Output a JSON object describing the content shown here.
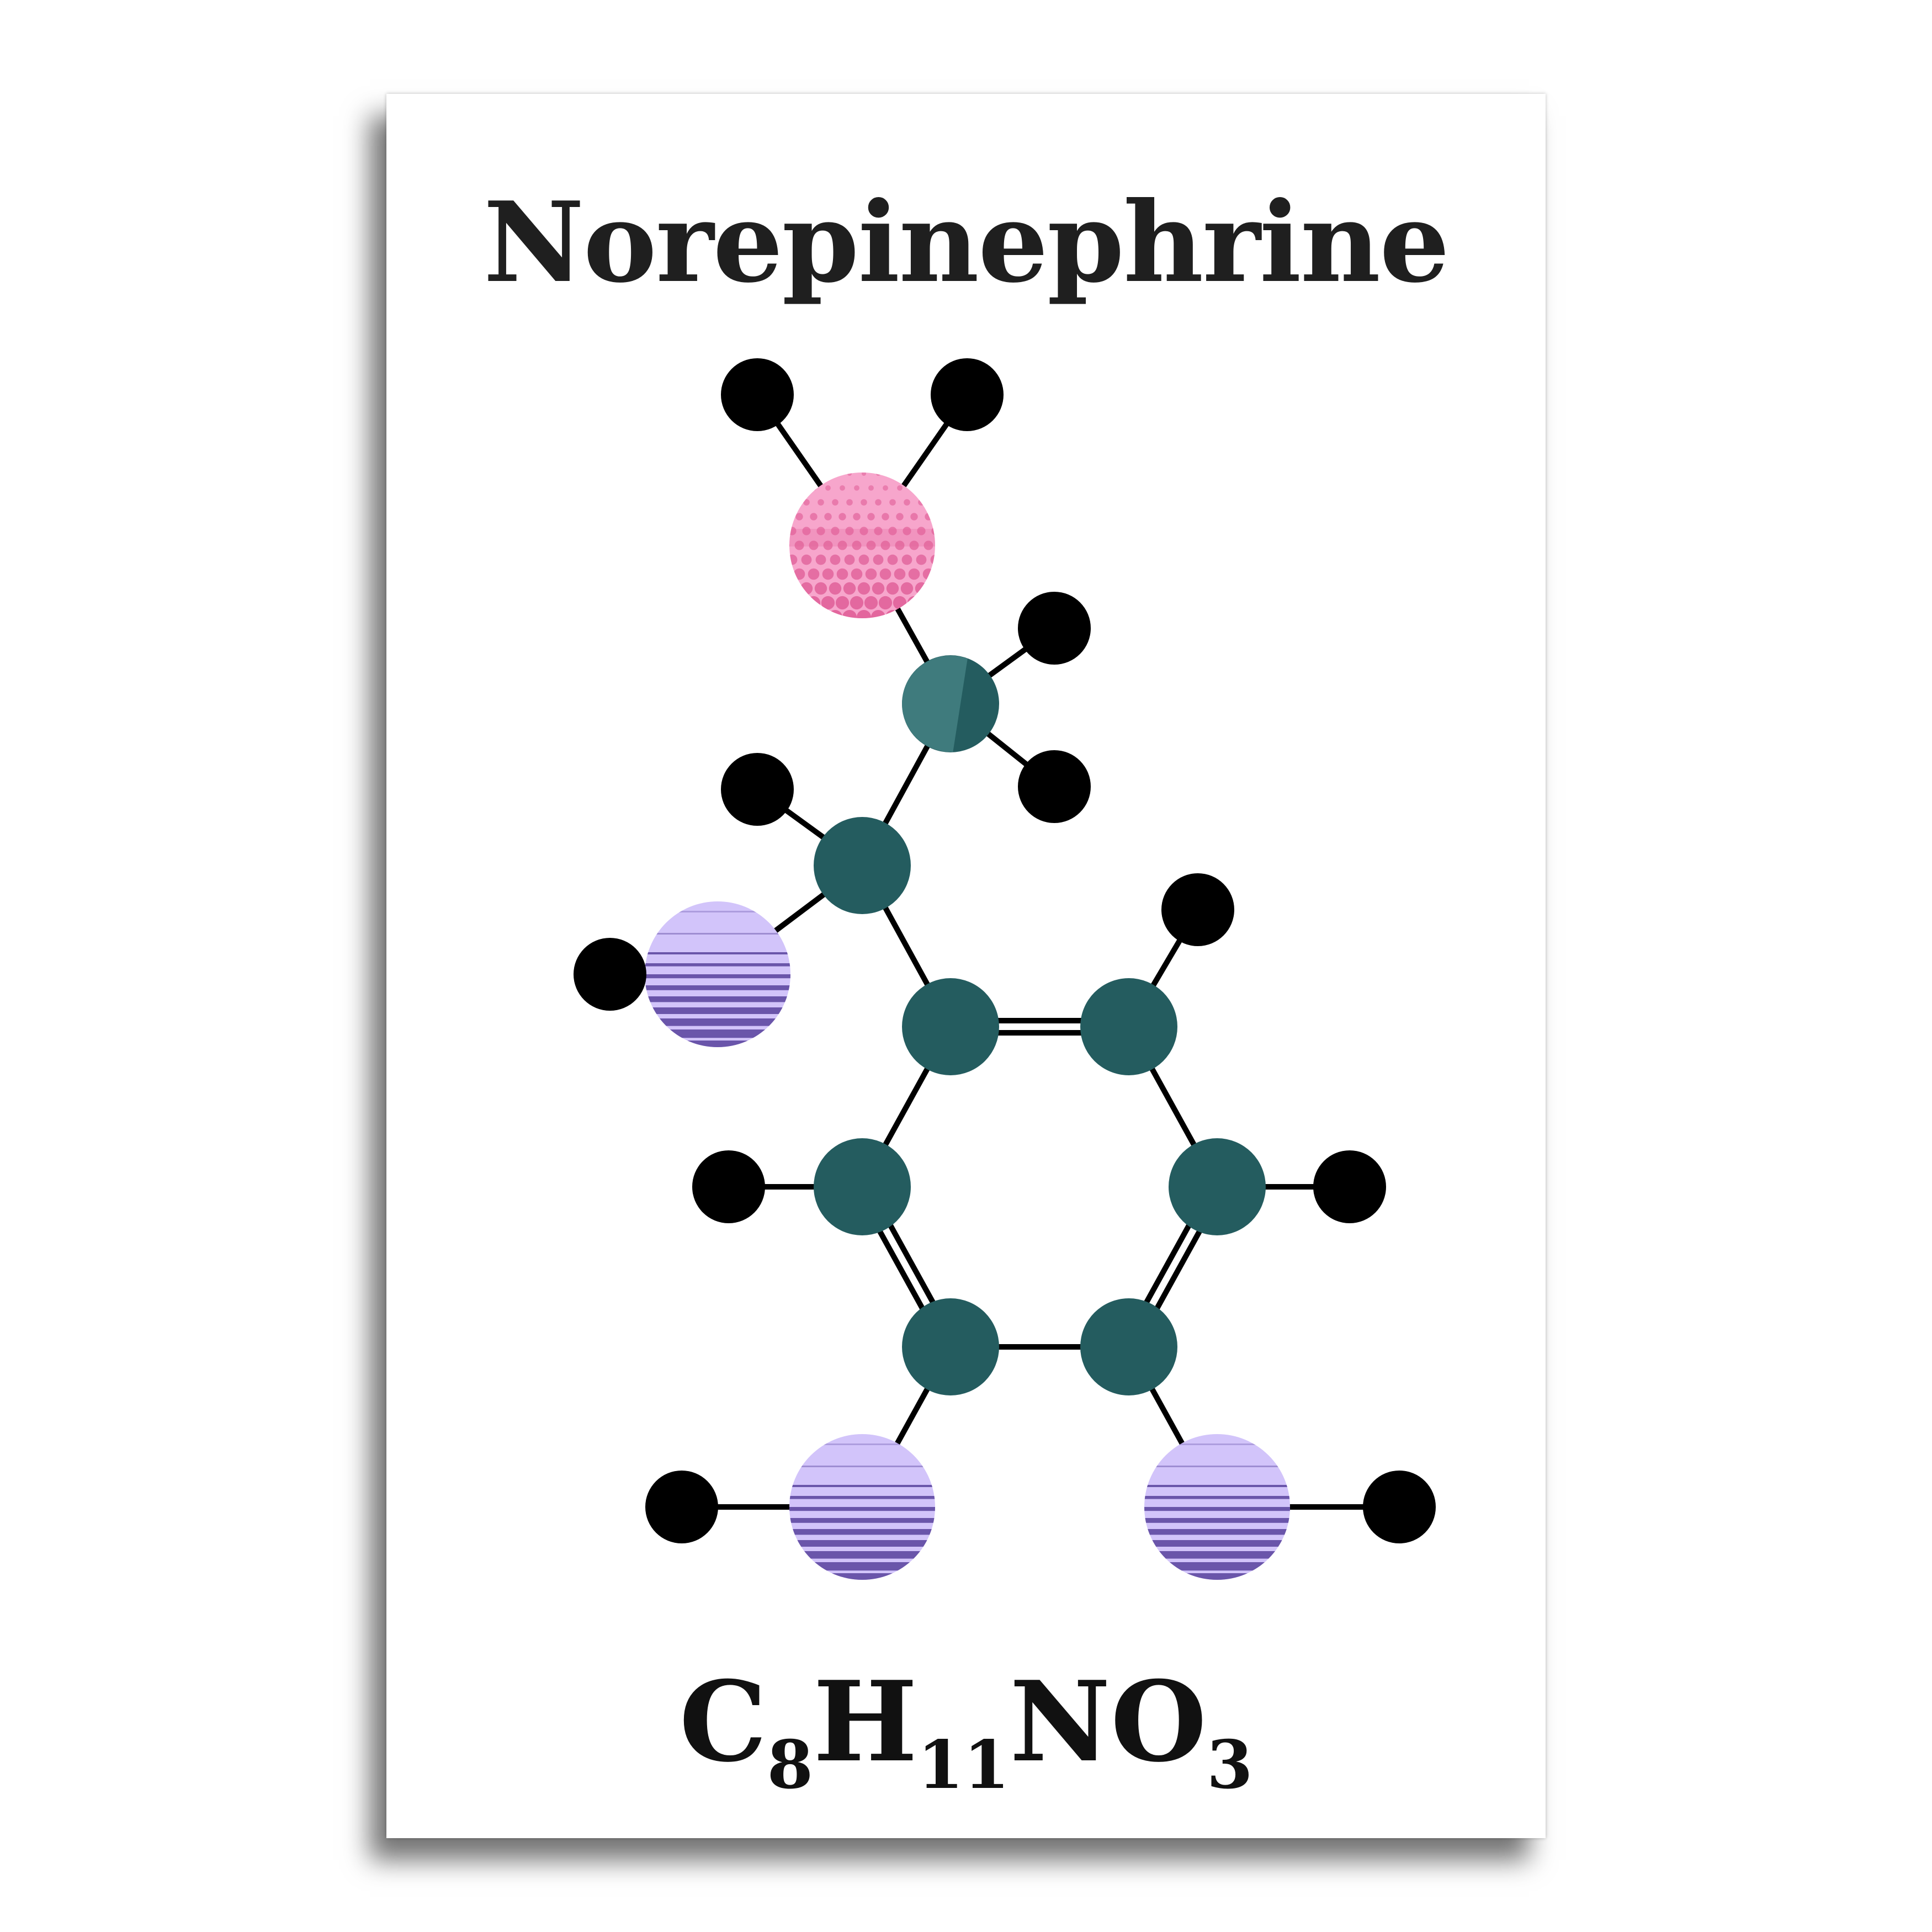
{
  "title": "Norepinephrine",
  "formula": {
    "parts": [
      {
        "text": "C",
        "sub": "8"
      },
      {
        "text": "H",
        "sub": "11"
      },
      {
        "text": "NO",
        "sub": "3"
      }
    ]
  },
  "colors": {
    "carbon": "#245c5f",
    "carbon_highlight": "#3f7b7d",
    "hydrogen": "#000000",
    "nitrogen_light": "#f7a6cc",
    "nitrogen_dot": "#e05f98",
    "oxygen_light": "#d2c4fa",
    "oxygen_dark": "#6a55aa",
    "bond": "#000000"
  },
  "atoms": [
    {
      "id": "H1",
      "element": "H"
    },
    {
      "id": "H2",
      "element": "H"
    },
    {
      "id": "N",
      "element": "N"
    },
    {
      "id": "Ca",
      "element": "C"
    },
    {
      "id": "Ha1",
      "element": "H"
    },
    {
      "id": "Ha2",
      "element": "H"
    },
    {
      "id": "Cb",
      "element": "C"
    },
    {
      "id": "Hb",
      "element": "H"
    },
    {
      "id": "O1",
      "element": "O"
    },
    {
      "id": "Ho1",
      "element": "H"
    },
    {
      "id": "C1",
      "element": "C"
    },
    {
      "id": "C2",
      "element": "C"
    },
    {
      "id": "H2r",
      "element": "H"
    },
    {
      "id": "C3",
      "element": "C"
    },
    {
      "id": "H3",
      "element": "H"
    },
    {
      "id": "C4",
      "element": "C"
    },
    {
      "id": "O4",
      "element": "O"
    },
    {
      "id": "Ho4",
      "element": "H"
    },
    {
      "id": "C5",
      "element": "C"
    },
    {
      "id": "O5",
      "element": "O"
    },
    {
      "id": "Ho5",
      "element": "H"
    },
    {
      "id": "C6",
      "element": "C"
    },
    {
      "id": "H6",
      "element": "H"
    }
  ],
  "bonds": [
    {
      "a": "H1",
      "b": "N",
      "order": 1
    },
    {
      "a": "H2",
      "b": "N",
      "order": 1
    },
    {
      "a": "N",
      "b": "Ca",
      "order": 1
    },
    {
      "a": "Ca",
      "b": "Ha1",
      "order": 1
    },
    {
      "a": "Ca",
      "b": "Ha2",
      "order": 1
    },
    {
      "a": "Ca",
      "b": "Cb",
      "order": 1
    },
    {
      "a": "Cb",
      "b": "Hb",
      "order": 1
    },
    {
      "a": "Cb",
      "b": "O1",
      "order": 1
    },
    {
      "a": "O1",
      "b": "Ho1",
      "order": 1
    },
    {
      "a": "Cb",
      "b": "C1",
      "order": 1
    },
    {
      "a": "C1",
      "b": "C2",
      "order": 2
    },
    {
      "a": "C2",
      "b": "H2r",
      "order": 1
    },
    {
      "a": "C2",
      "b": "C3",
      "order": 1
    },
    {
      "a": "C3",
      "b": "H3",
      "order": 1
    },
    {
      "a": "C3",
      "b": "C4",
      "order": 2
    },
    {
      "a": "C4",
      "b": "C5",
      "order": 1
    },
    {
      "a": "C4",
      "b": "O4",
      "order": 1
    },
    {
      "a": "O4",
      "b": "Ho4",
      "order": 1
    },
    {
      "a": "C5",
      "b": "O5",
      "order": 1
    },
    {
      "a": "O5",
      "b": "Ho5",
      "order": 1
    },
    {
      "a": "C5",
      "b": "C6",
      "order": 2
    },
    {
      "a": "C6",
      "b": "H6",
      "order": 1
    },
    {
      "a": "C6",
      "b": "C1",
      "order": 1
    }
  ]
}
